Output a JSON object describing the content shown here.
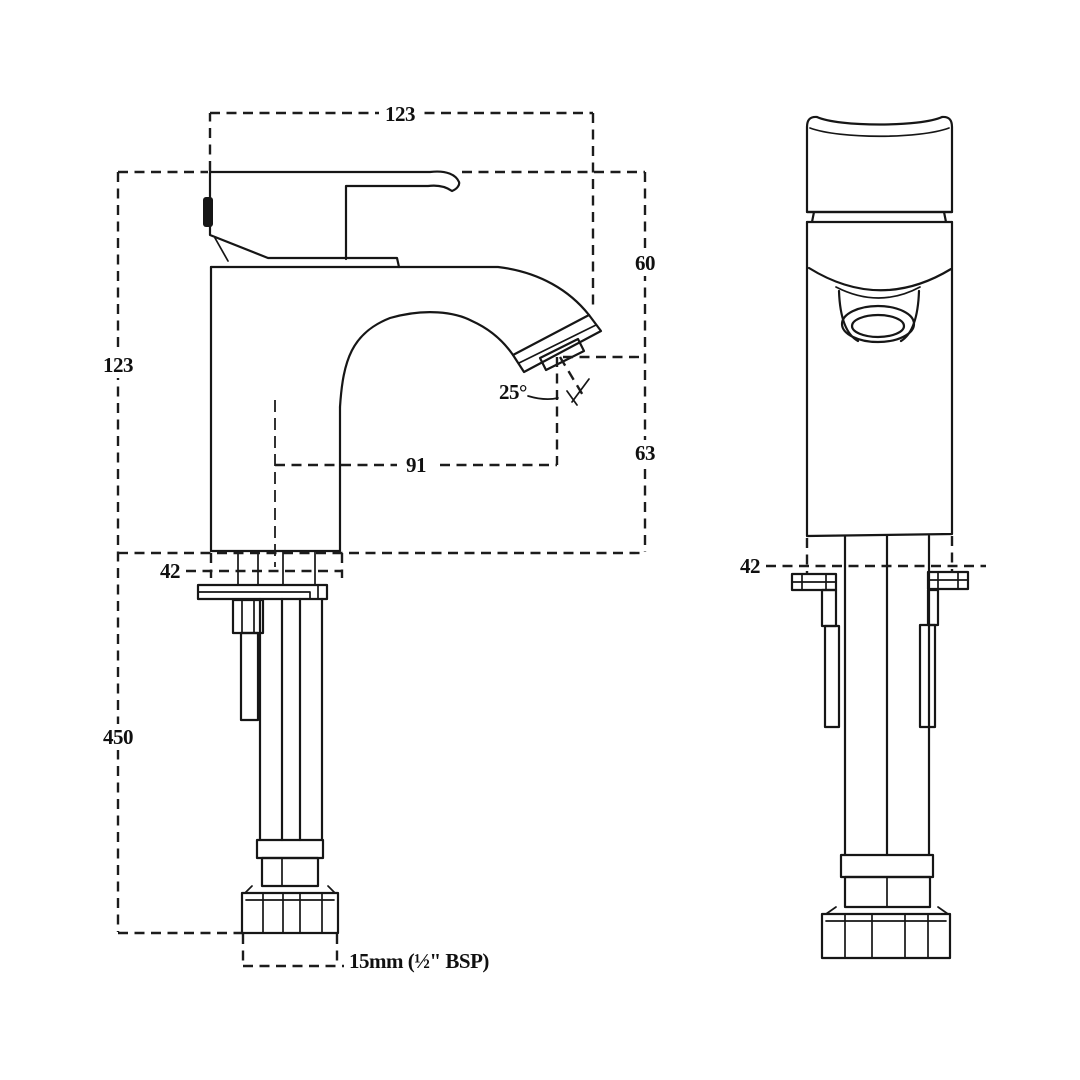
{
  "drawing": {
    "kind": "basin-tap-dimension-drawing",
    "views": {
      "front_view_name": "front-profile-view",
      "side_view_name": "side-elevation-view"
    }
  },
  "colors": {
    "line": "#161616",
    "background": "#ffffff"
  },
  "dimensions": {
    "overall_width": "123",
    "body_height": "123",
    "top_to_outlet": "60",
    "outlet_to_base": "63",
    "spout_reach": "91",
    "base_width_front": "42",
    "outlet_angle": "25°",
    "tail_length": "450",
    "thread_size": "15mm (½\" BSP)",
    "base_width_side": "42"
  }
}
